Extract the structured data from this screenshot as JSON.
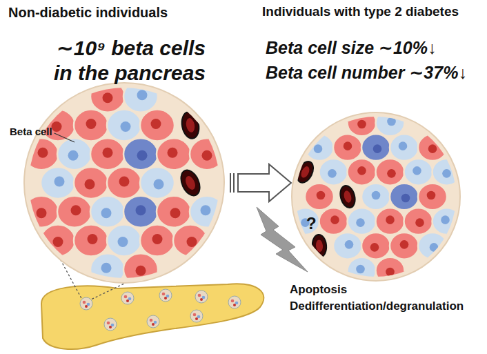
{
  "diagram": {
    "labels": [
      "Non-diabetic individuals",
      "Individuals with type 2 diabetes",
      "∼10⁹ beta cells in the pancreas",
      "Beta cell size ∼10%↓",
      "Beta cell number ∼37%↓",
      "Beta cell",
      "?",
      "Apoptosis",
      "Dedifferentiation/degranulation"
    ]
  }
}
